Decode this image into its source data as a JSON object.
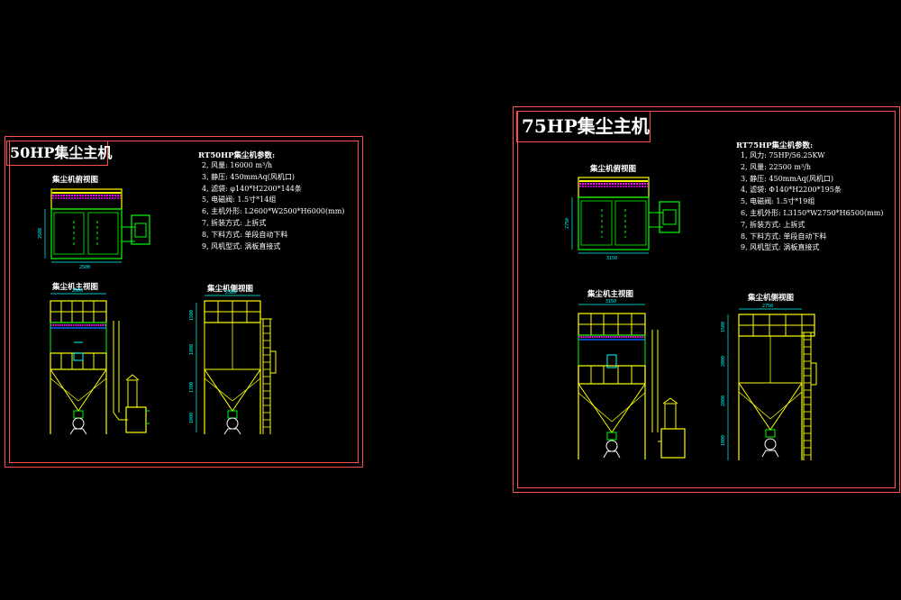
{
  "drawing_50hp": {
    "title": "50HP集尘主机",
    "spec_heading": "RT50HP集尘机参数:",
    "specs": [
      "2, 风量: 16000 m³/h",
      "3, 静压: 450mmAq(风机口)",
      "4, 滤袋: φ140*H2200*144条",
      "5, 电磁阀: 1.5寸*14组",
      "6, 主机外形: L2600*W2500*H6000(mm)",
      "7, 拆装方式: 上拆式",
      "8, 下料方式: 单段自动下料",
      "9, 风机型式: 涡板直接式"
    ],
    "views": {
      "top": "集尘机俯视图",
      "front": "集尘机主视图",
      "side": "集尘机侧视图"
    },
    "dims": {
      "top_width": "2500",
      "top_height": "2500",
      "front_width": "2600",
      "side_width": "2500",
      "side_h1": "1500",
      "side_h2": "1800",
      "side_h3": "1700",
      "side_h4": "1000"
    }
  },
  "drawing_75hp": {
    "title": "75HP集尘主机",
    "spec_heading": "RT75HP集尘机参数:",
    "specs": [
      "1, 风力: 75HP/56.25KW",
      "2, 风量: 22500 m³/h",
      "3, 静压: 450mmAq(风机口)",
      "4, 滤袋: Φ140*H2200*195条",
      "5, 电磁阀: 1.5寸*19组",
      "6, 主机外形: L3150*W2750*H6500(mm)",
      "7, 拆装方式: 上拆式",
      "8, 下料方式: 单段自动下料",
      "9, 风机型式: 涡板直接式"
    ],
    "views": {
      "top": "集尘机俯视图",
      "front": "集尘机主视图",
      "side": "集尘机侧视图"
    },
    "dims": {
      "top_width": "3150",
      "top_height": "2750",
      "front_width": "3150",
      "side_width": "2750",
      "side_h1": "1500",
      "side_h2": "2000",
      "side_h3": "2000",
      "side_h4": "1000"
    }
  },
  "colors": {
    "background": "#000000",
    "frame": "#ff4d4d",
    "structure": "#ffff00",
    "equipment": "#00ff00",
    "filter": "#ff00ff",
    "dimension": "#00ffff",
    "text": "#ffffff"
  }
}
